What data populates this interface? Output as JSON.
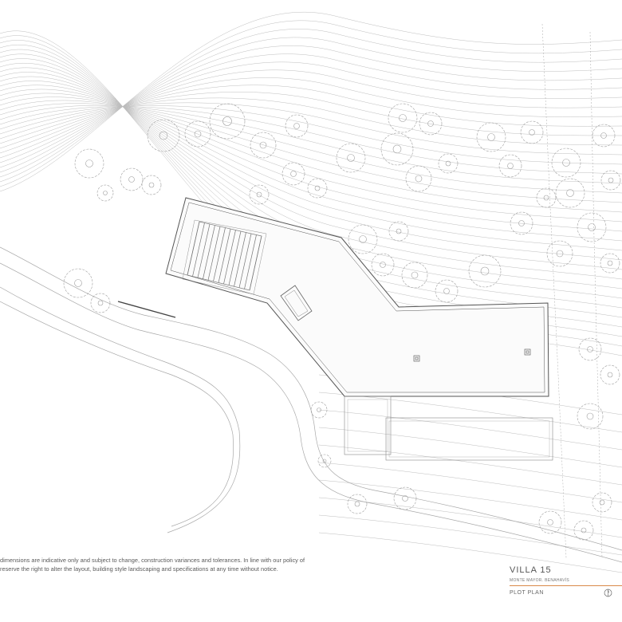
{
  "disclaimer": {
    "line1": "dimensions are indicative only and subject to change, construction variances and tolerances. In line with our policy of",
    "line2": "reserve the right to alter the layout, building style landscaping and specifications at any time without notice."
  },
  "title_block": {
    "villa_name": "VILLA   15",
    "location": "MONTE MAYOR. BENAHAVÍS",
    "sheet_title": "PLOT PLAN"
  },
  "colors": {
    "line": "#9a9a9a",
    "building": "#555555",
    "accent": "#d98a4a"
  },
  "icons": {
    "north": "north-arrow-icon"
  }
}
